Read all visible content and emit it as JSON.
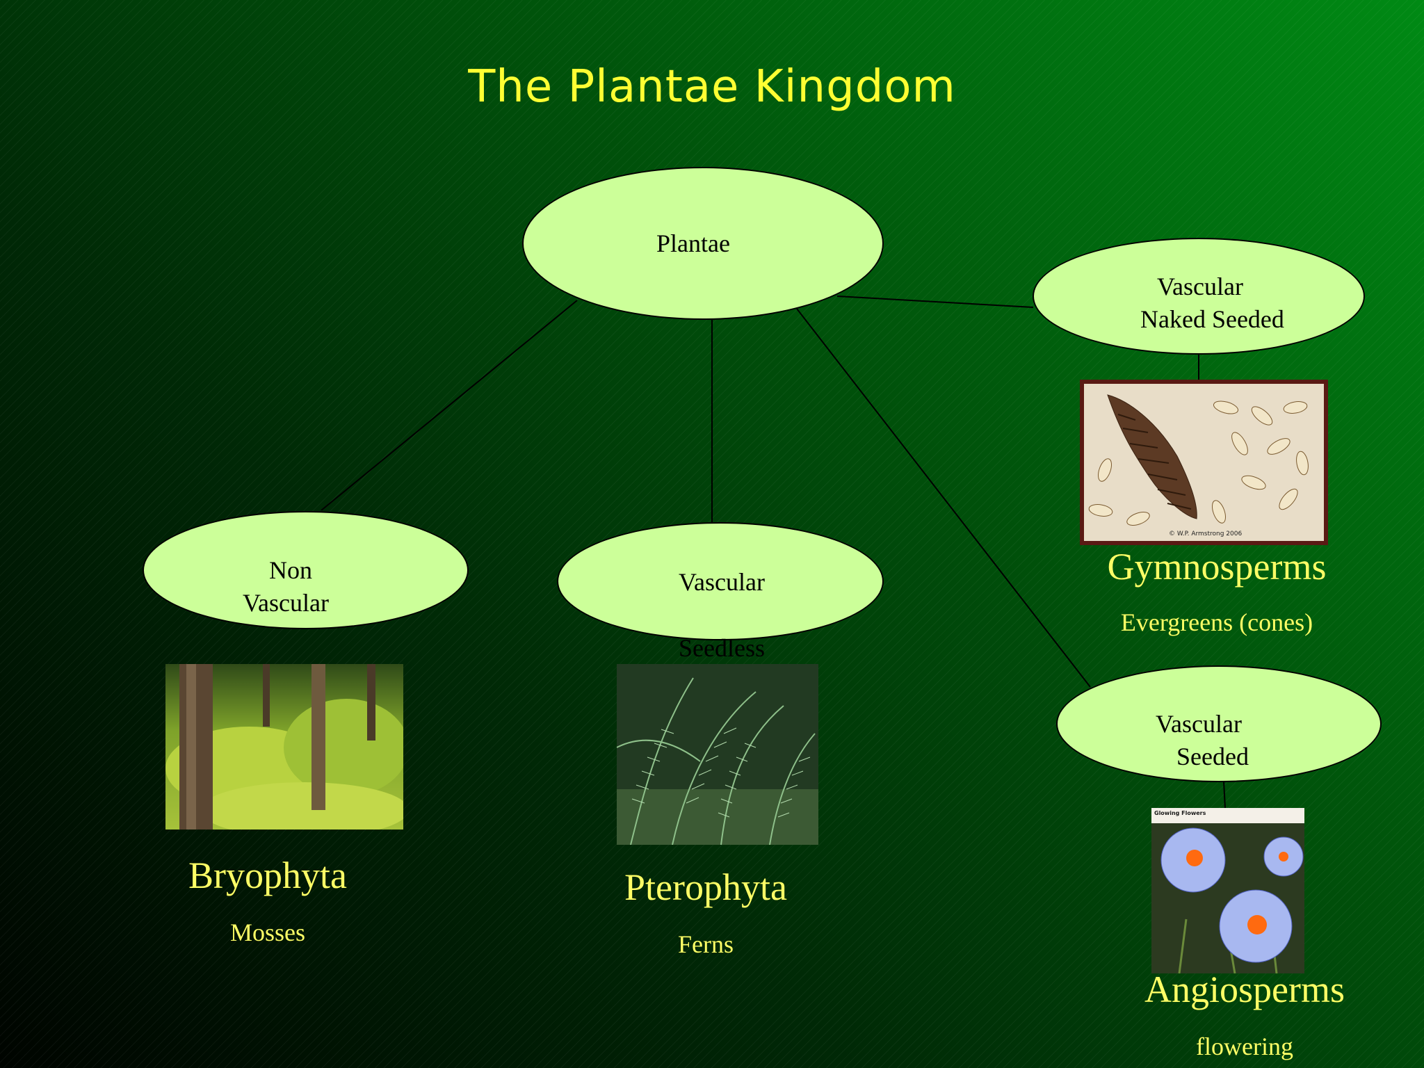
{
  "slide": {
    "title": "The Plantae Kingdom",
    "background_colors": [
      "#000400",
      "#008a14"
    ],
    "title_color": "#ffff33",
    "node_fill": "#ccff99",
    "label_color": "#ffff66"
  },
  "nodes": {
    "plantae": "Plantae",
    "nonvascular_1": "Non",
    "nonvascular_2": "Vascular",
    "seedless_1": "Vascular",
    "seedless_2": "Seedless",
    "naked_1": "Vascular",
    "naked_2": "Naked Seeded",
    "seeded_1": "Vascular",
    "seeded_2": "Seeded"
  },
  "groups": {
    "bryophyta": {
      "name": "Bryophyta",
      "common": "Mosses",
      "image": "moss-forest-photo"
    },
    "pterophyta": {
      "name": "Pterophyta",
      "common": "Ferns",
      "image": "fern-horsetail-photo"
    },
    "gymnosperms": {
      "name": "Gymnosperms",
      "common": "Evergreens (cones)",
      "image": "pine-cone-seeds-photo"
    },
    "angiosperms": {
      "name": "Angiosperms",
      "common": "flowering",
      "image": "blue-flowers-photo"
    }
  },
  "images": {
    "cone_caption": "© W.P. Armstrong 2006",
    "flower_caption": "Glowing Flowers"
  }
}
